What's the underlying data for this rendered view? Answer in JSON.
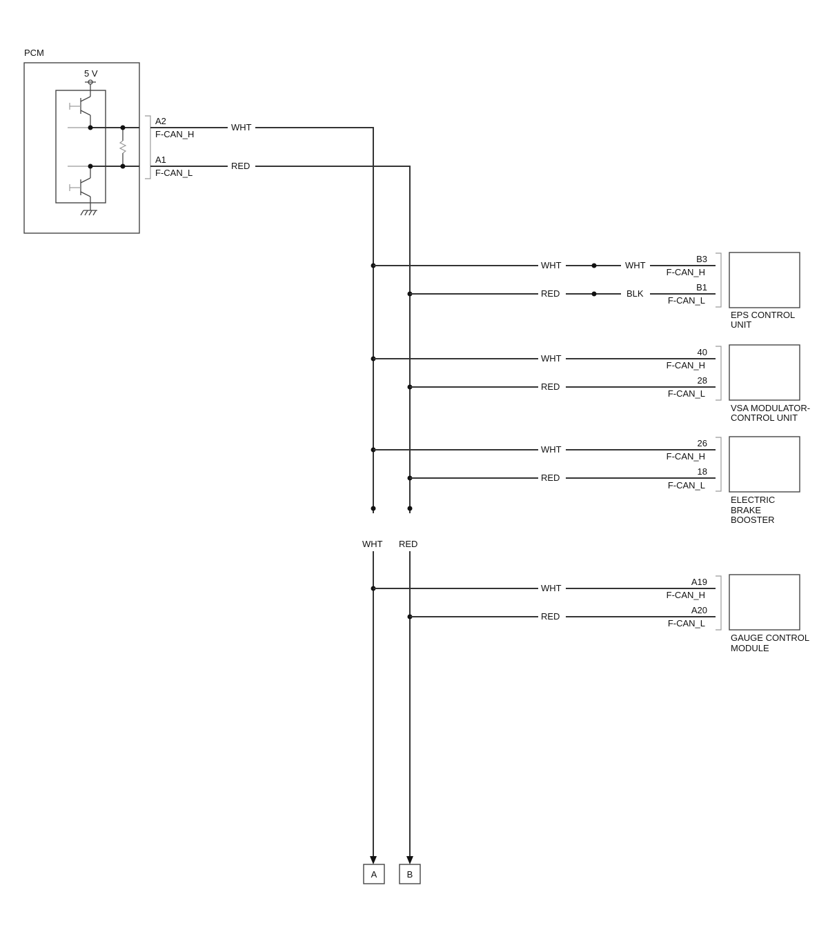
{
  "pcm": {
    "label": "PCM",
    "supply": "5 V",
    "pins": [
      {
        "pin": "A2",
        "signal": "F-CAN_H",
        "wire": "WHT"
      },
      {
        "pin": "A1",
        "signal": "F-CAN_L",
        "wire": "RED"
      }
    ]
  },
  "trunk": {
    "high_wire": "WHT",
    "low_wire": "RED"
  },
  "modules": [
    {
      "name_lines": [
        "EPS CONTROL",
        "UNIT"
      ],
      "high": {
        "wire": "WHT",
        "wire2": "WHT",
        "pin": "B3",
        "signal": "F-CAN_H"
      },
      "low": {
        "wire": "RED",
        "wire2": "BLK",
        "pin": "B1",
        "signal": "F-CAN_L"
      }
    },
    {
      "name_lines": [
        "VSA MODULATOR-",
        "CONTROL UNIT"
      ],
      "high": {
        "wire": "WHT",
        "pin": "40",
        "signal": "F-CAN_H"
      },
      "low": {
        "wire": "RED",
        "pin": "28",
        "signal": "F-CAN_L"
      }
    },
    {
      "name_lines": [
        "ELECTRIC",
        "BRAKE",
        "BOOSTER"
      ],
      "high": {
        "wire": "WHT",
        "pin": "26",
        "signal": "F-CAN_H"
      },
      "low": {
        "wire": "RED",
        "pin": "18",
        "signal": "F-CAN_L"
      }
    },
    {
      "name_lines": [
        "GAUGE CONTROL",
        "MODULE"
      ],
      "high": {
        "wire": "WHT",
        "pin": "A19",
        "signal": "F-CAN_H"
      },
      "low": {
        "wire": "RED",
        "pin": "A20",
        "signal": "F-CAN_L"
      }
    }
  ],
  "connectors": {
    "a": "A",
    "b": "B"
  }
}
